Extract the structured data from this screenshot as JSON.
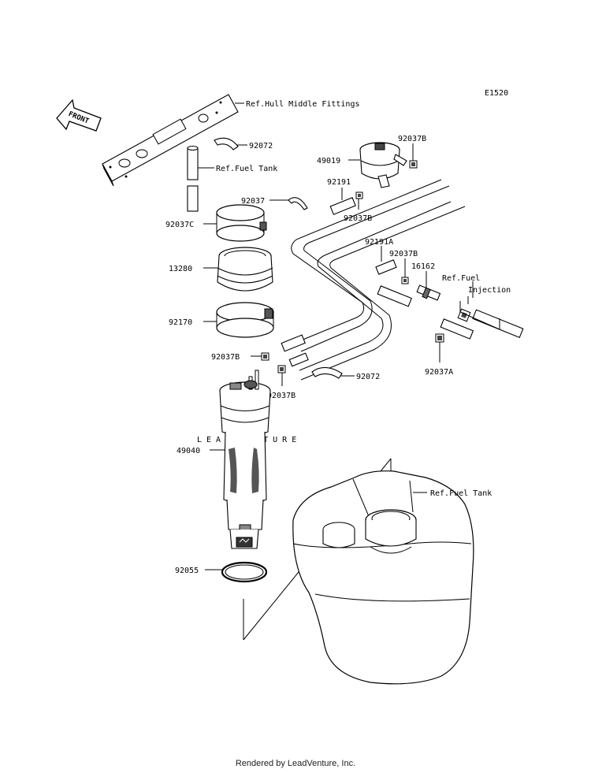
{
  "diagram_code": "E1520",
  "front_label": "FRONT",
  "watermark": "LEADVENTURE",
  "footer": "Rendered by LeadVenture, Inc.",
  "refs": {
    "hull_middle": "Ref.Hull Middle Fittings",
    "fuel_tank_top": "Ref.Fuel Tank",
    "fuel_injection_1": "Ref.Fuel",
    "fuel_injection_2": "Injection",
    "fuel_tank_bottom": "Ref.Fuel Tank"
  },
  "parts": {
    "p92072_top": "92072",
    "p92037": "92037",
    "p92037C": "92037C",
    "p13280": "13280",
    "p92170": "92170",
    "p92037B_left": "92037B",
    "p92037B_mid": "92037B",
    "p49040": "49040",
    "p92055": "92055",
    "p49019": "49019",
    "p92037B_topright": "92037B",
    "p92191": "92191",
    "p92037B_under": "92037B",
    "p92191A": "92191A",
    "p92037B_right": "92037B",
    "p16162": "16162",
    "p92072_bottom": "92072",
    "p92037A": "92037A"
  }
}
